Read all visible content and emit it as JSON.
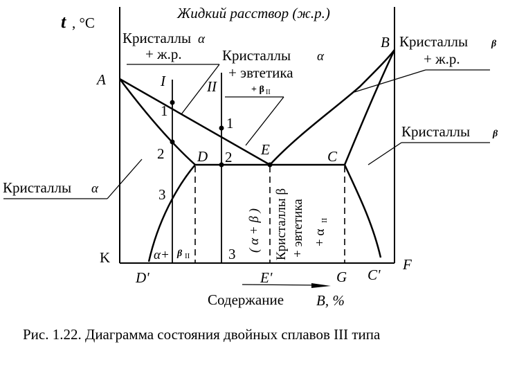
{
  "axes": {
    "y_symbol": "t",
    "y_unit": ", °C",
    "x_label": "Содержание",
    "x_symbol": "B, %",
    "origin_label": "K",
    "right_label": "F"
  },
  "regions": {
    "liquid": "Жидкий расствор (ж.р.)",
    "alpha_liquid_line1": "Кристаллы",
    "alpha_liquid_sym": "α",
    "alpha_liquid_line2": "+ ж.р.",
    "alpha_eut_line1": "Кристаллы",
    "alpha_eut_sym": "α",
    "alpha_eut_line2": "+ эвтетика",
    "alpha_eut_line3": "+ β",
    "alpha_eut_line3_sub": "II",
    "beta_liquid_line1": "Кристаллы",
    "beta_liquid_sym": "β",
    "beta_liquid_line2": "+ ж.р.",
    "beta_crystals": "Кристаллы",
    "beta_crystals_sym": "β",
    "alpha_crystals": "Кристаллы",
    "alpha_crystals_sym": "α",
    "alpha_plus_beta": "( α + β )",
    "beta_eut_line1": "Кристаллы β",
    "beta_eut_line2": "+ эвтетика",
    "beta_eut_line3": "+ α",
    "beta_eut_line3_sub": "II",
    "alpha_beta_ii": "α+",
    "alpha_beta_ii_beta": "β",
    "alpha_beta_ii_sub": "II"
  },
  "points": {
    "A": "A",
    "B": "B",
    "C": "C",
    "D": "D",
    "E": "E",
    "D_prime": "D'",
    "E_prime": "E'",
    "G": "G",
    "C_prime": "C'"
  },
  "alloys": {
    "I": "I",
    "II": "II",
    "I_1": "1",
    "I_2": "2",
    "I_3": "3",
    "II_1": "1",
    "II_2": "2",
    "II_3": "3"
  },
  "caption": "Рис. 1.22. Диаграмма состояния двойных сплавов III типа"
}
